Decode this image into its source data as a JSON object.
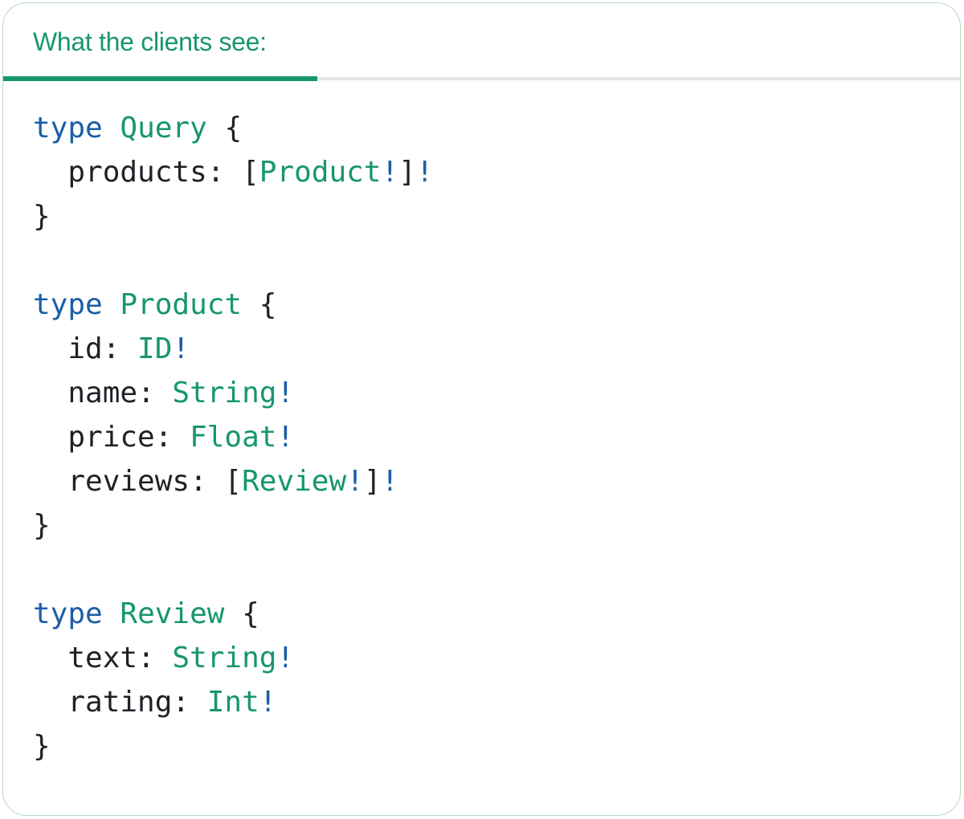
{
  "tab": {
    "label": "What the clients see:"
  },
  "colors": {
    "accent_green": "#17966f",
    "keyword_blue": "#1b5ea8",
    "punctuation_dark": "#1e2227",
    "inactive_line_gray": "#e6e6e6",
    "card_border_green": "#b9d8c3"
  },
  "code": {
    "language": "graphql",
    "lines": [
      {
        "tokens": [
          {
            "text": "type",
            "style": "keyword"
          },
          {
            "text": " ",
            "style": "plain"
          },
          {
            "text": "Query",
            "style": "type"
          },
          {
            "text": " {",
            "style": "plain"
          }
        ]
      },
      {
        "tokens": [
          {
            "text": "  products: [",
            "style": "plain"
          },
          {
            "text": "Product",
            "style": "type"
          },
          {
            "text": "!",
            "style": "keyword"
          },
          {
            "text": "]",
            "style": "plain"
          },
          {
            "text": "!",
            "style": "keyword"
          }
        ]
      },
      {
        "tokens": [
          {
            "text": "}",
            "style": "plain"
          }
        ]
      },
      {
        "tokens": []
      },
      {
        "tokens": [
          {
            "text": "type",
            "style": "keyword"
          },
          {
            "text": " ",
            "style": "plain"
          },
          {
            "text": "Product",
            "style": "type"
          },
          {
            "text": " {",
            "style": "plain"
          }
        ]
      },
      {
        "tokens": [
          {
            "text": "  id: ",
            "style": "plain"
          },
          {
            "text": "ID",
            "style": "type"
          },
          {
            "text": "!",
            "style": "keyword"
          }
        ]
      },
      {
        "tokens": [
          {
            "text": "  name: ",
            "style": "plain"
          },
          {
            "text": "String",
            "style": "type"
          },
          {
            "text": "!",
            "style": "keyword"
          }
        ]
      },
      {
        "tokens": [
          {
            "text": "  price: ",
            "style": "plain"
          },
          {
            "text": "Float",
            "style": "type"
          },
          {
            "text": "!",
            "style": "keyword"
          }
        ]
      },
      {
        "tokens": [
          {
            "text": "  reviews: [",
            "style": "plain"
          },
          {
            "text": "Review",
            "style": "type"
          },
          {
            "text": "!",
            "style": "keyword"
          },
          {
            "text": "]",
            "style": "plain"
          },
          {
            "text": "!",
            "style": "keyword"
          }
        ]
      },
      {
        "tokens": [
          {
            "text": "}",
            "style": "plain"
          }
        ]
      },
      {
        "tokens": []
      },
      {
        "tokens": [
          {
            "text": "type",
            "style": "keyword"
          },
          {
            "text": " ",
            "style": "plain"
          },
          {
            "text": "Review",
            "style": "type"
          },
          {
            "text": " {",
            "style": "plain"
          }
        ]
      },
      {
        "tokens": [
          {
            "text": "  text: ",
            "style": "plain"
          },
          {
            "text": "String",
            "style": "type"
          },
          {
            "text": "!",
            "style": "keyword"
          }
        ]
      },
      {
        "tokens": [
          {
            "text": "  rating: ",
            "style": "plain"
          },
          {
            "text": "Int",
            "style": "type"
          },
          {
            "text": "!",
            "style": "keyword"
          }
        ]
      },
      {
        "tokens": [
          {
            "text": "}",
            "style": "plain"
          }
        ]
      }
    ]
  }
}
